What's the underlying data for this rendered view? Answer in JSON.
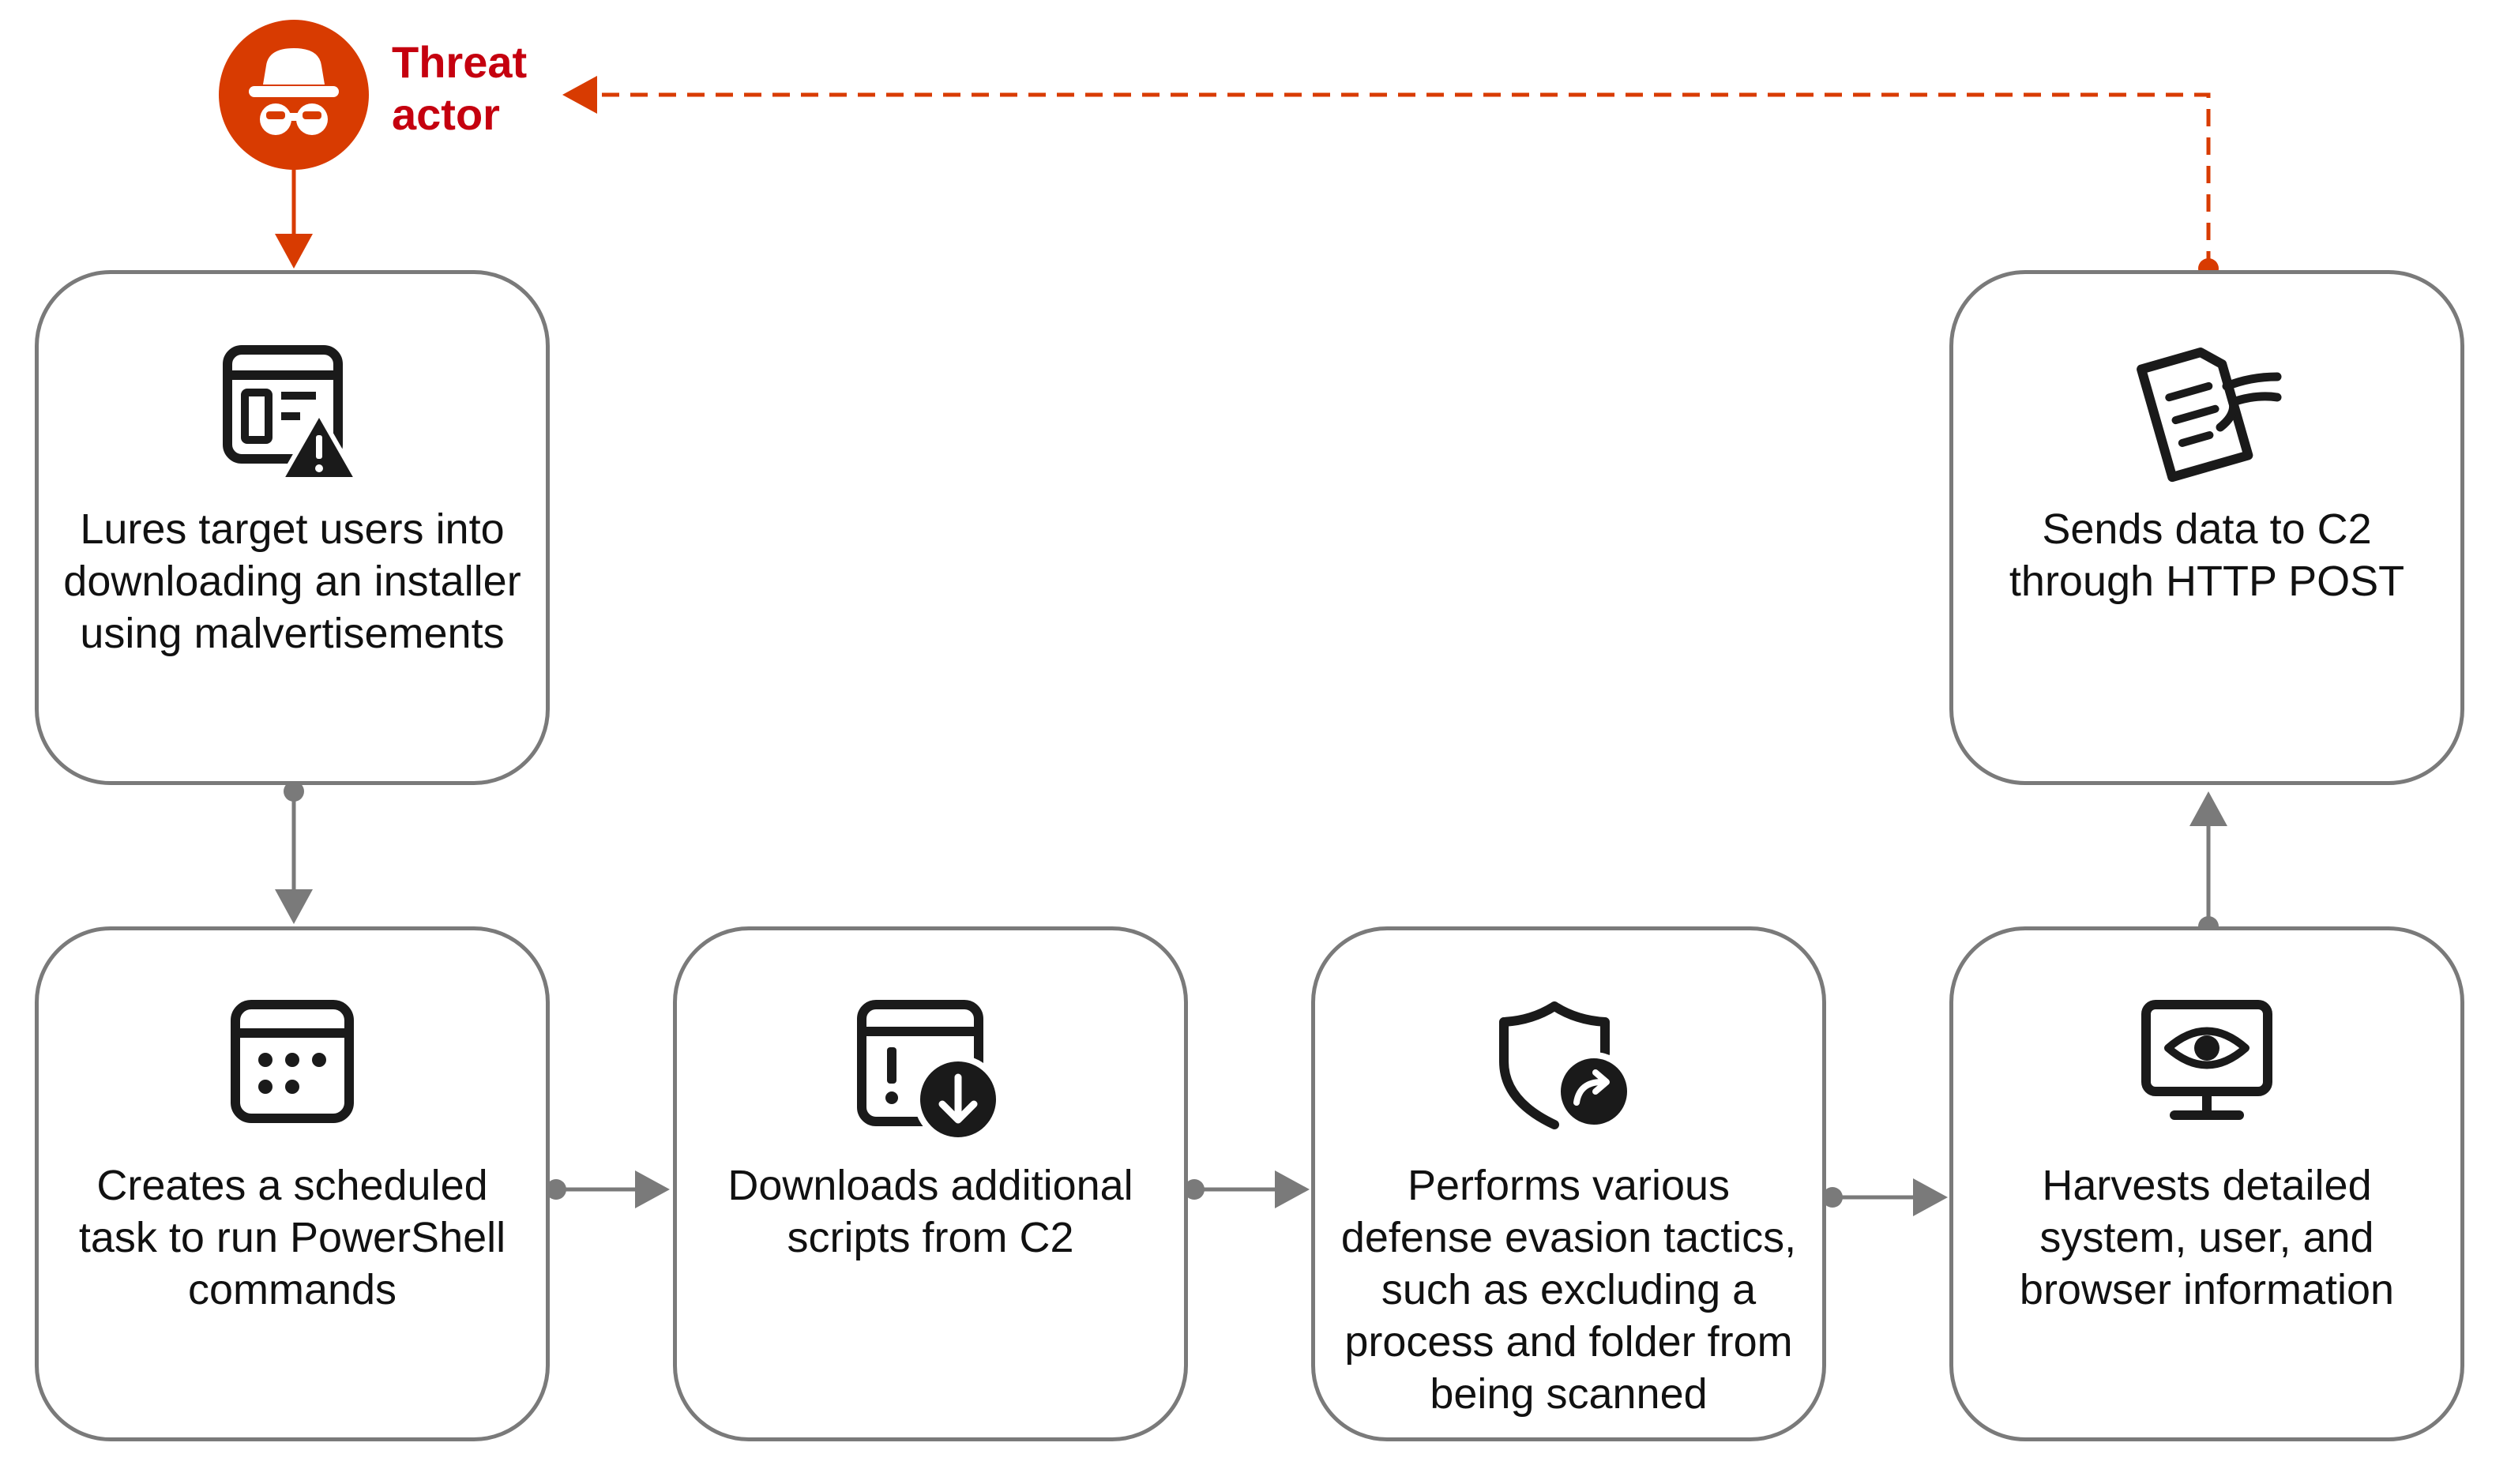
{
  "actor": {
    "label_line1": "Threat",
    "label_line2": "actor",
    "icon": "spy-icon"
  },
  "steps": [
    {
      "id": "lure",
      "icon": "web-warning-icon",
      "text": "Lures target users into downloading an installer using malvertisements"
    },
    {
      "id": "task",
      "icon": "calendar-icon",
      "text": "Creates a scheduled task to run PowerShell commands"
    },
    {
      "id": "download",
      "icon": "download-alert-icon",
      "text": "Downloads additional scripts from C2"
    },
    {
      "id": "evasion",
      "icon": "shield-redirect-icon",
      "text": "Performs various defense evasion tactics, such as excluding a process and folder from being scanned"
    },
    {
      "id": "harvest",
      "icon": "monitor-eye-icon",
      "text": "Harvests detailed system, user, and browser information"
    },
    {
      "id": "send",
      "icon": "document-hand-icon",
      "text": "Sends data to C2 through HTTP POST"
    }
  ],
  "colors": {
    "accent": "#d83b01",
    "label": "#c5000f",
    "connector": "#7a7a7a",
    "border": "#7a7a7a",
    "icon": "#1a1a1a"
  }
}
